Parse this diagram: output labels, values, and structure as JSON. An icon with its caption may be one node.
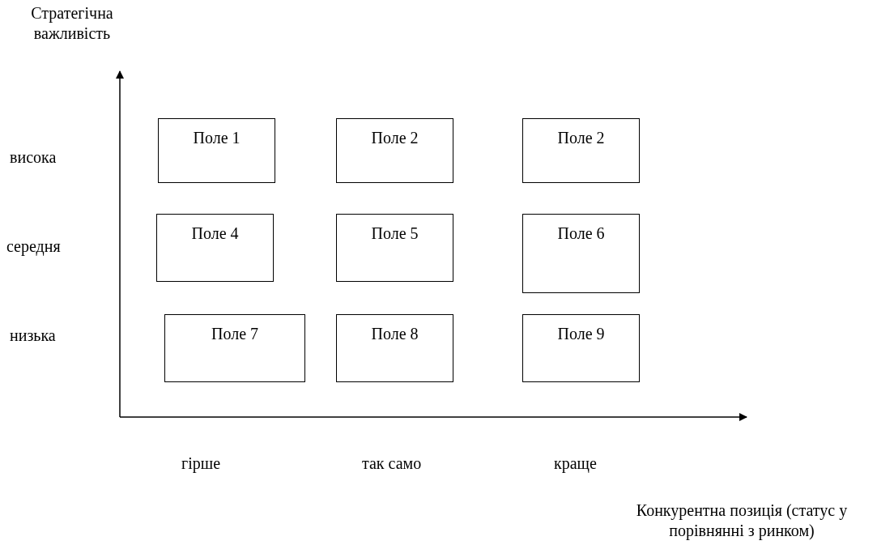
{
  "diagram": {
    "nodes": [
      {
        "text": [
          "Поле 1"
        ]
      },
      {
        "text": [
          "Поле 2"
        ]
      },
      {
        "text": [
          "Поле 2"
        ]
      },
      {
        "text": [
          "Поле 4"
        ]
      },
      {
        "text": [
          "Поле 5"
        ]
      },
      {
        "text": [
          "Поле 6"
        ]
      },
      {
        "text": [
          "Поле 7"
        ]
      },
      {
        "text": [
          "Поле 8"
        ]
      },
      {
        "text": [
          "Поле 9"
        ]
      }
    ],
    "labels": [
      "Стратегічна важливість",
      "висока",
      "середня",
      "низька",
      "гірше",
      "так само",
      "краще",
      "Конкурентна позиція (статус у порівнянні з ринком)"
    ]
  }
}
